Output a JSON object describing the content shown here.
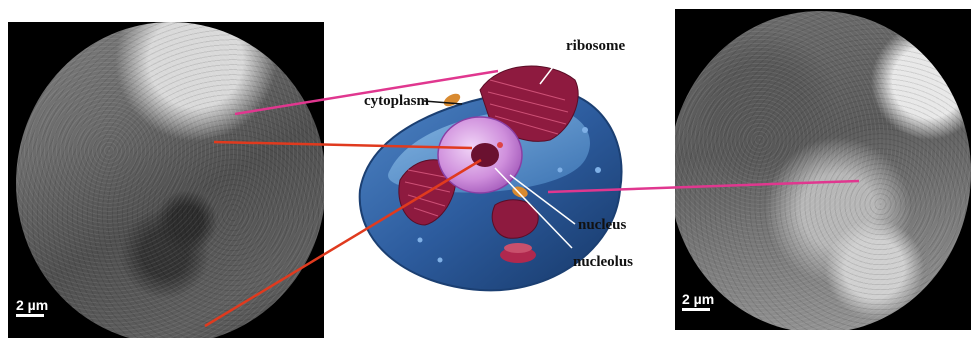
{
  "figure": {
    "labels": {
      "ribosome": "ribosome",
      "cytoplasm": "cytoplasm",
      "nucleus": "nucleus",
      "nucleolus": "nucleolus"
    },
    "left_image": {
      "scale_bar": "2 µm"
    },
    "right_image": {
      "scale_bar": "2 µm"
    }
  },
  "colors": {
    "magenta_line": "#e0378f",
    "red_line": "#e03a1e",
    "cell_blue": "#2a5a9e",
    "nucleus_pink": "#d9a2e3"
  }
}
